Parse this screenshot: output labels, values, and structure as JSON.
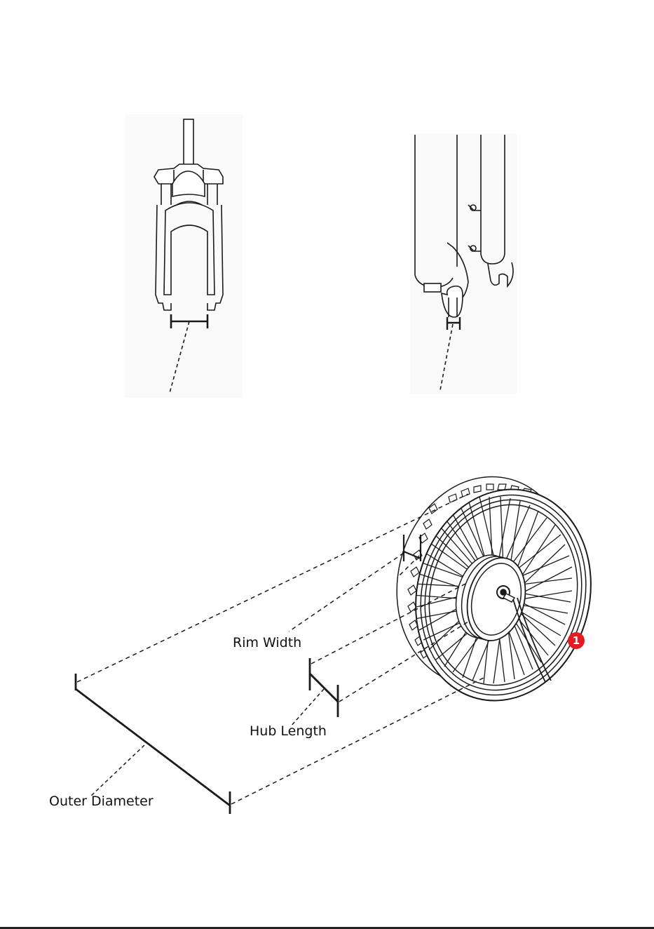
{
  "labels": {
    "rim_width": "Rim Width",
    "hub_length": "Hub Length",
    "outer_diameter": "Outer Diameter"
  },
  "callout": {
    "number": "1",
    "color": "#e31b23"
  },
  "figures": {
    "fork_front_view": "fork-front-view",
    "fork_dropout_side_view": "fork-dropout-side-view",
    "hub_motor_wheel": "hub-motor-wheel"
  },
  "colors": {
    "line": "#1a1a1a",
    "background": "#ffffff"
  }
}
